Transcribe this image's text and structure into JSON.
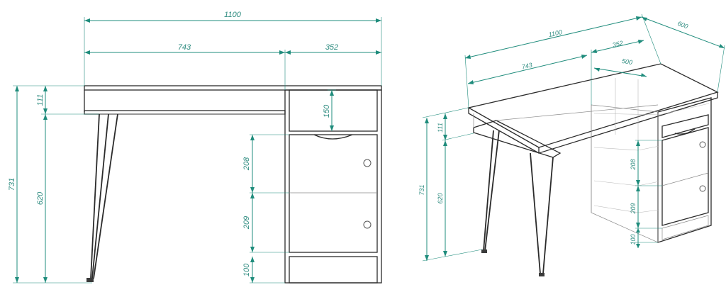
{
  "front_view": {
    "dimensions": {
      "total_width": "1100",
      "table_width": "743",
      "cabinet_width": "352",
      "total_height": "731",
      "leg_height": "620",
      "top_thickness": "111",
      "drawer_height": "150",
      "door_upper_height": "208",
      "door_lower_height": "209",
      "plinth_height": "100"
    }
  },
  "iso_view": {
    "dimensions": {
      "total_width": "1100",
      "depth": "600",
      "table_width": "743",
      "cabinet_width": "352",
      "cabinet_depth": "500",
      "total_height": "731",
      "leg_height": "620",
      "top_thickness": "111",
      "door_upper_height": "208",
      "door_lower_height": "209",
      "plinth_height": "100"
    }
  }
}
